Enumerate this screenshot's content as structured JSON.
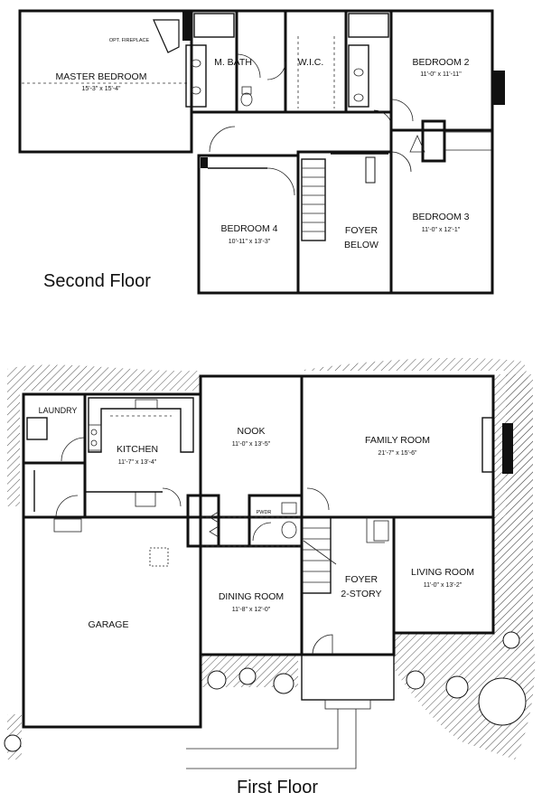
{
  "second_floor": {
    "label": "Second Floor",
    "rooms": {
      "master_bedroom": {
        "name": "MASTER BEDROOM",
        "size": "15'-3\" x 15'-4\""
      },
      "fireplace": {
        "name": "OPT. FIREPLACE"
      },
      "master_bath": {
        "name": "M. BATH"
      },
      "walk_in_closet": {
        "name": "W.I.C."
      },
      "bedroom_2": {
        "name": "BEDROOM 2",
        "size": "11'-0\" x 11'-11\""
      },
      "bedroom_3": {
        "name": "BEDROOM 3",
        "size": "11'-0\" x 12'-1\""
      },
      "bedroom_4": {
        "name": "BEDROOM 4",
        "size": "10'-11\" x 13'-3\""
      },
      "foyer_below": {
        "line1": "FOYER",
        "line2": "BELOW"
      }
    }
  },
  "first_floor": {
    "label": "First Floor",
    "rooms": {
      "laundry": {
        "name": "LAUNDRY"
      },
      "kitchen": {
        "name": "KITCHEN",
        "size": "11'-7\" x 13'-4\""
      },
      "nook": {
        "name": "NOOK",
        "size": "11'-0\" x 13'-5\""
      },
      "family_room": {
        "name": "FAMILY ROOM",
        "size": "21'-7\" x 15'-6\""
      },
      "powder": {
        "name": "PWDR"
      },
      "dining_room": {
        "name": "DINING ROOM",
        "size": "11'-8\" x 12'-0\""
      },
      "foyer": {
        "line1": "FOYER",
        "line2": "2-STORY"
      },
      "living_room": {
        "name": "LIVING ROOM",
        "size": "11'-0\" x 13'-2\""
      },
      "garage": {
        "name": "GARAGE"
      }
    }
  }
}
